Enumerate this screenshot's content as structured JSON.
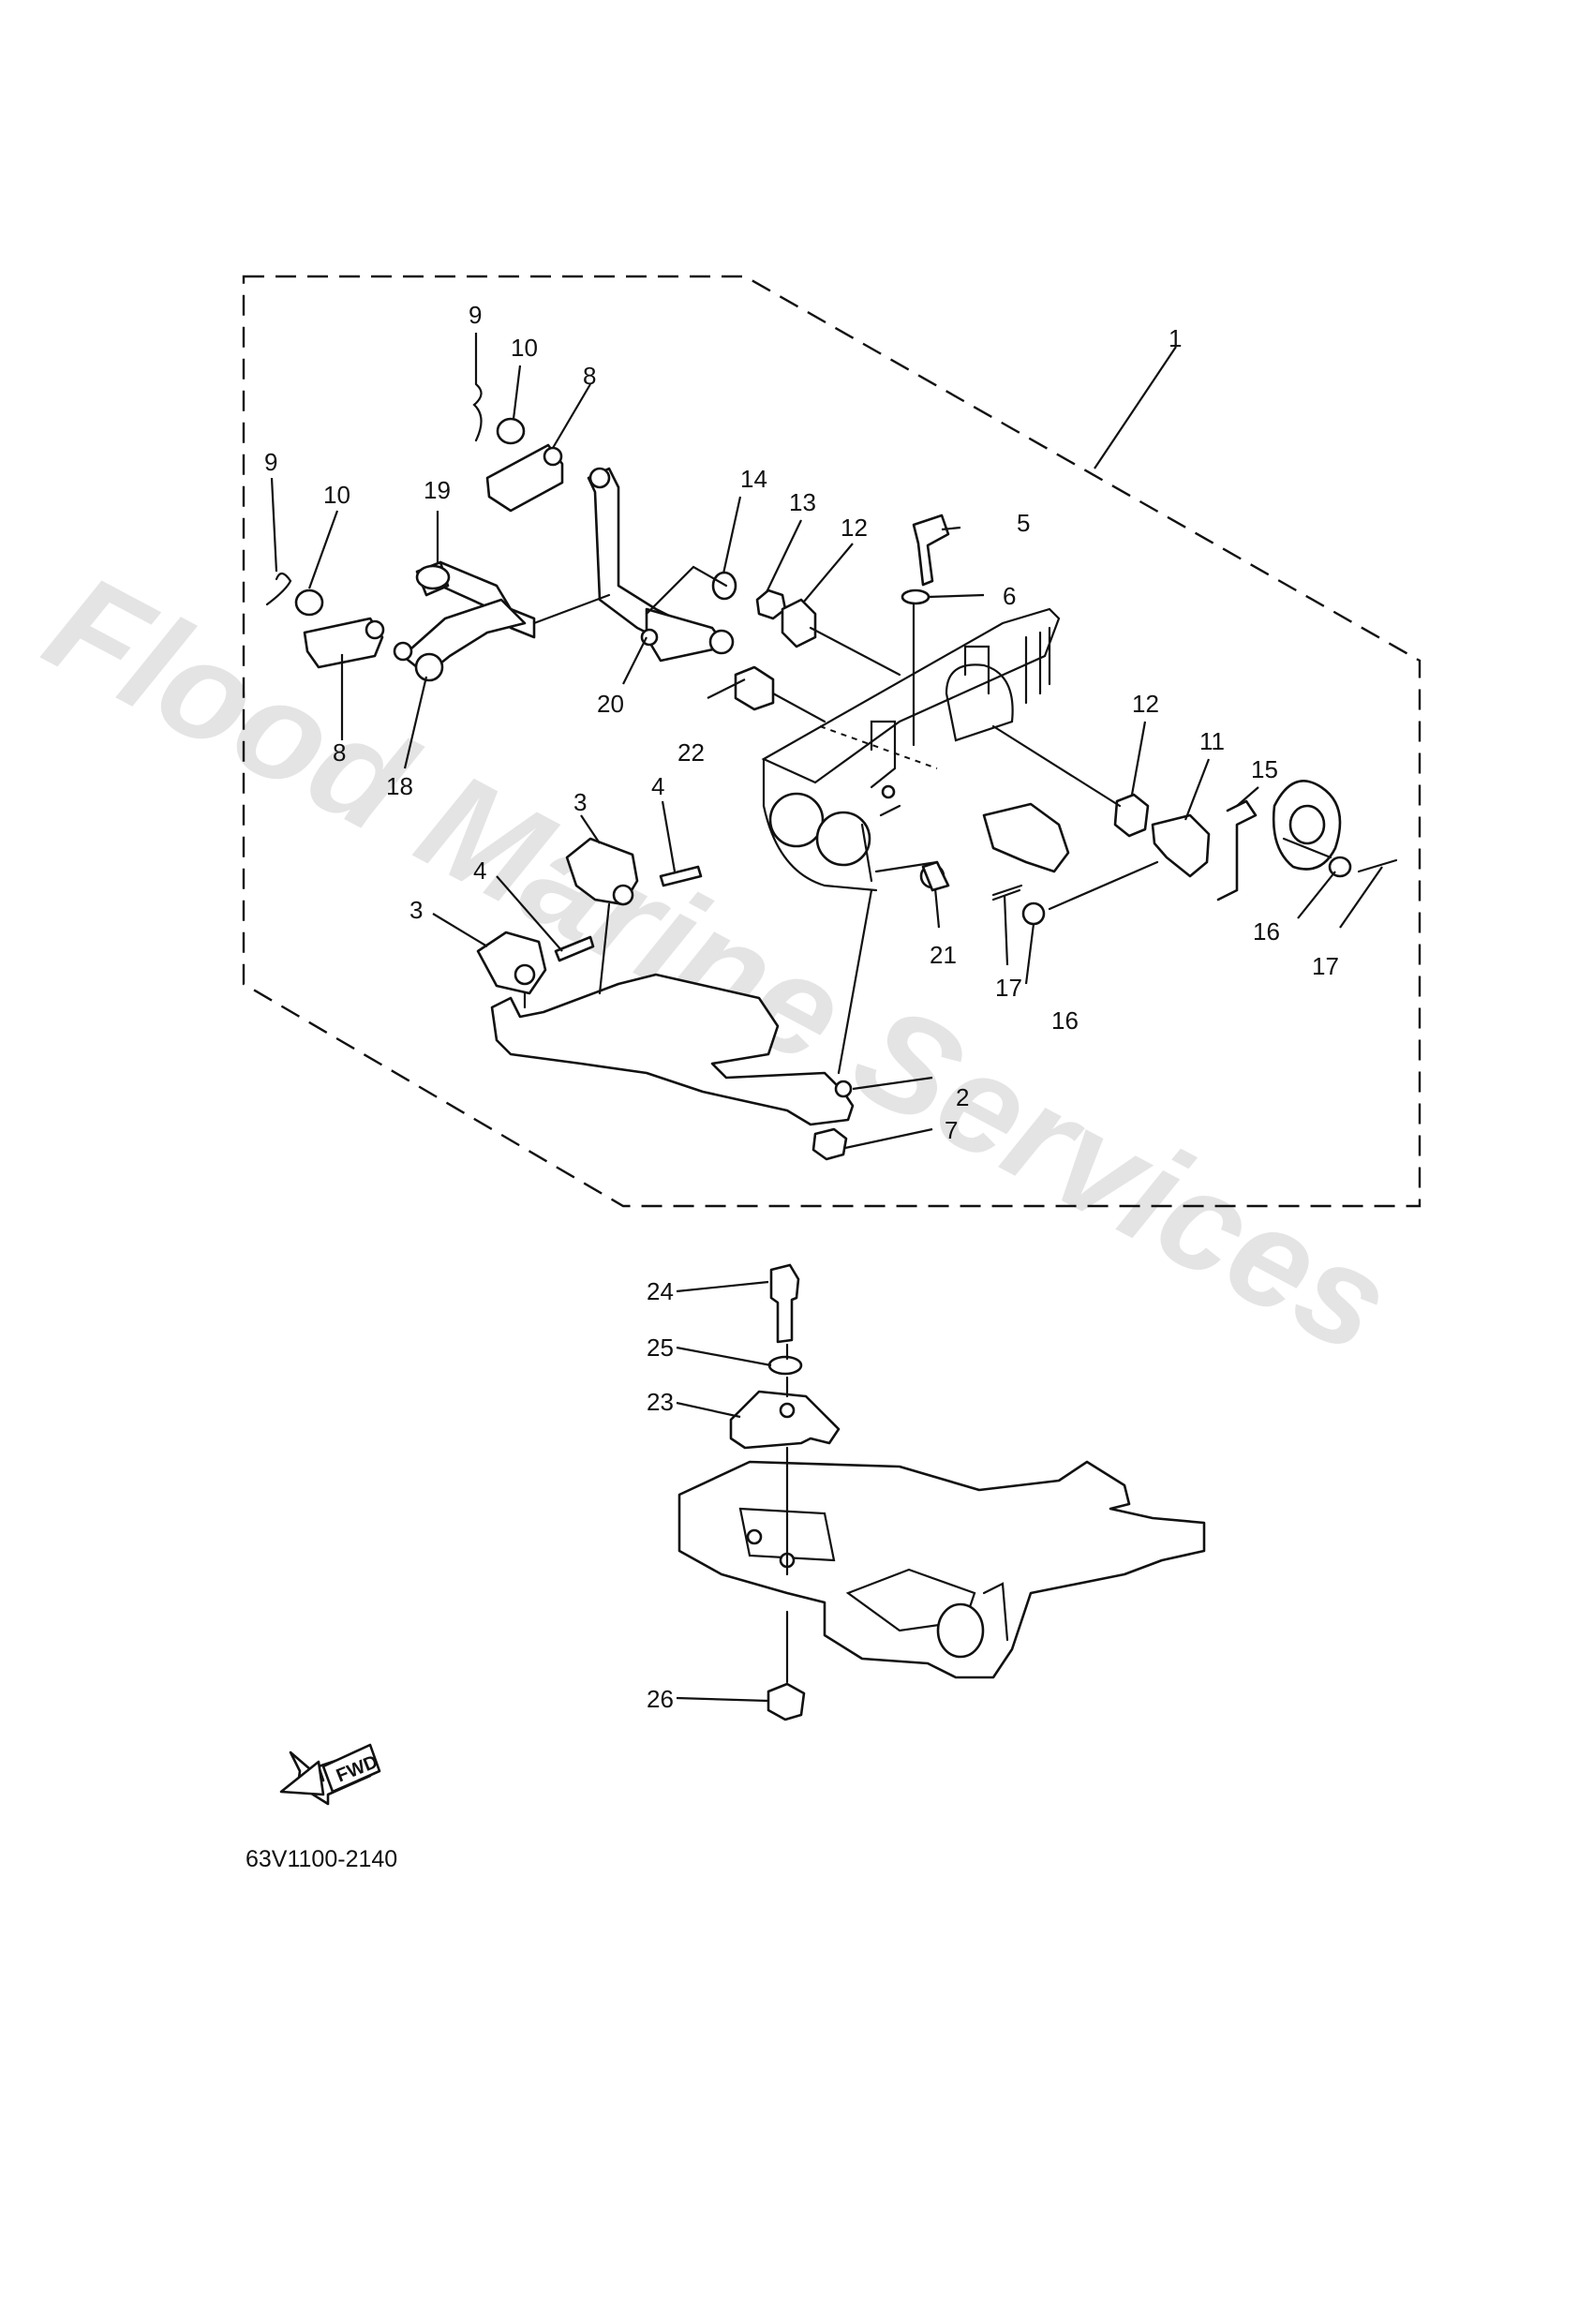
{
  "diagram": {
    "watermark": "Flood Marine Services",
    "part_code": "63V1100-2140",
    "fwd_label": "FWD",
    "callouts": [
      {
        "id": "c1",
        "text": "1"
      },
      {
        "id": "c2",
        "text": "2"
      },
      {
        "id": "c3a",
        "text": "3"
      },
      {
        "id": "c3b",
        "text": "3"
      },
      {
        "id": "c4a",
        "text": "4"
      },
      {
        "id": "c4b",
        "text": "4"
      },
      {
        "id": "c5",
        "text": "5"
      },
      {
        "id": "c6",
        "text": "6"
      },
      {
        "id": "c7",
        "text": "7"
      },
      {
        "id": "c8a",
        "text": "8"
      },
      {
        "id": "c8b",
        "text": "8"
      },
      {
        "id": "c9a",
        "text": "9"
      },
      {
        "id": "c9b",
        "text": "9"
      },
      {
        "id": "c10a",
        "text": "10"
      },
      {
        "id": "c10b",
        "text": "10"
      },
      {
        "id": "c11",
        "text": "11"
      },
      {
        "id": "c12a",
        "text": "12"
      },
      {
        "id": "c12b",
        "text": "12"
      },
      {
        "id": "c13",
        "text": "13"
      },
      {
        "id": "c14",
        "text": "14"
      },
      {
        "id": "c15",
        "text": "15"
      },
      {
        "id": "c16a",
        "text": "16"
      },
      {
        "id": "c16b",
        "text": "16"
      },
      {
        "id": "c17a",
        "text": "17"
      },
      {
        "id": "c17b",
        "text": "17"
      },
      {
        "id": "c18",
        "text": "18"
      },
      {
        "id": "c19",
        "text": "19"
      },
      {
        "id": "c20",
        "text": "20"
      },
      {
        "id": "c21",
        "text": "21"
      },
      {
        "id": "c22",
        "text": "22"
      },
      {
        "id": "c23",
        "text": "23"
      },
      {
        "id": "c24",
        "text": "24"
      },
      {
        "id": "c25",
        "text": "25"
      },
      {
        "id": "c26",
        "text": "26"
      }
    ]
  }
}
